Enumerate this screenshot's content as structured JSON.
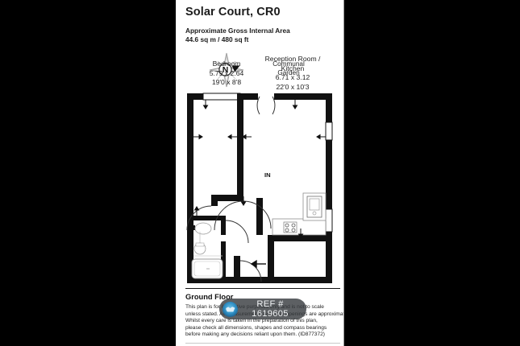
{
  "document": {
    "address": "Solar Court, CR0",
    "area_heading": "Approximate Gross Internal Area",
    "area_value": "44.6 sq m / 480 sq ft",
    "floor_name": "Ground Floor"
  },
  "compass": {
    "north_label": "N",
    "icon": "compass-rose-icon"
  },
  "annotations": {
    "communal_garden_line1": "Communal",
    "communal_garden_line2": "Garden",
    "entrance_label": "IN"
  },
  "rooms": [
    {
      "id": "bedroom",
      "name": "Bedroom",
      "metric": "5.79 x 2.64",
      "imperial": "19'0 x 8'8"
    },
    {
      "id": "reception-kitchen",
      "name_line1": "Reception Room /",
      "name_line2": "Kitchen",
      "metric": "6.71 x 3.12",
      "imperial": "22'0 x 10'3"
    }
  ],
  "disclaimer": {
    "line1": "This plan is for illustrative purposes only and is not to scale",
    "line2": "unless stated. All measurements and door openings are approximate.",
    "line3": "Whilst every care is taken in the preparation of this plan,",
    "line4": "please check all dimensions, shapes and compass bearings",
    "line5": "before making any decisions reliant upon them. (ID877372)"
  },
  "watermark": {
    "reference": "REF # 1619605",
    "logo": "globe-logo-icon"
  },
  "colors": {
    "wall": "#111111",
    "background": "#000000",
    "paper": "#ffffff",
    "text": "#1b1b1b",
    "watermark_bg": "rgba(52,56,60,0.80)"
  }
}
